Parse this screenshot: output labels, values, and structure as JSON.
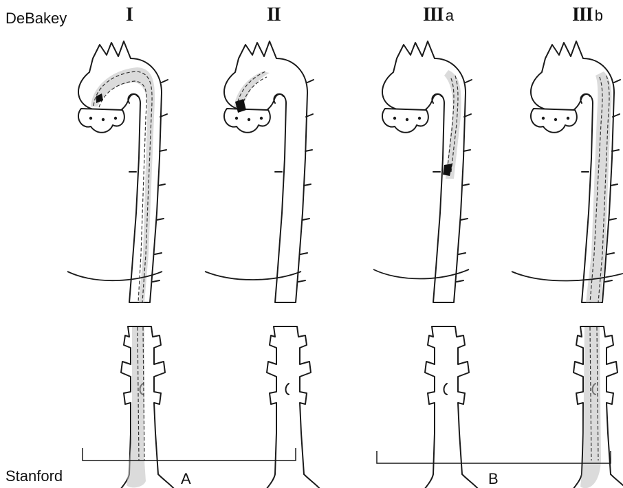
{
  "classification": {
    "top_row_label": "DeBakey",
    "bottom_row_label": "Stanford"
  },
  "types": [
    {
      "roman": "I",
      "suffix": ""
    },
    {
      "roman": "II",
      "suffix": ""
    },
    {
      "roman": "III",
      "suffix": "a"
    },
    {
      "roman": "III",
      "suffix": "b"
    }
  ],
  "stanford_groups": [
    {
      "label": "A"
    },
    {
      "label": "B"
    }
  ]
}
